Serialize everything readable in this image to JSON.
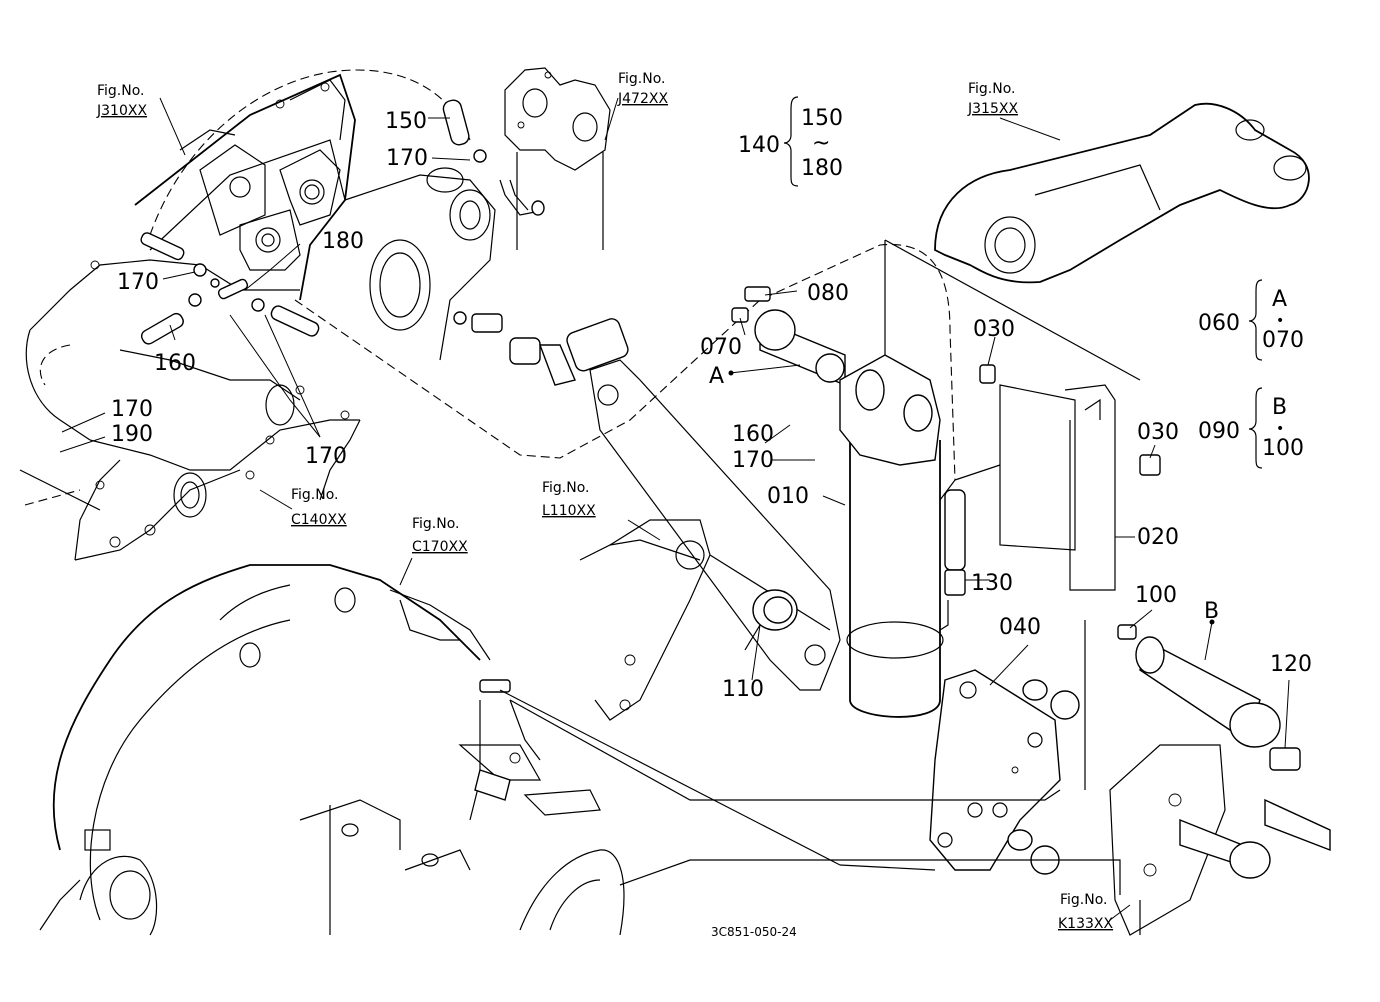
{
  "diagram_code": "3C851-050-24",
  "fig_refs": [
    {
      "line1": "Fig.No.",
      "line2": "J310XX"
    },
    {
      "line1": "Fig.No.",
      "line2": "J472XX"
    },
    {
      "line1": "Fig.No.",
      "line2": "J315XX"
    },
    {
      "line1": "Fig.No.",
      "line2": "C140XX"
    },
    {
      "line1": "Fig.No.",
      "line2": "C170XX"
    },
    {
      "line1": "Fig.No.",
      "line2": "L110XX"
    },
    {
      "line1": "Fig.No.",
      "line2": "K133XX"
    }
  ],
  "part_labels": [
    "150",
    "170",
    "180",
    "170",
    "160",
    "170",
    "190",
    "170",
    "080",
    "070",
    "160",
    "170",
    "010",
    "030",
    "030",
    "020",
    "130",
    "100",
    "040",
    "120",
    "110"
  ],
  "callouts": [
    "A",
    "B"
  ],
  "kit_140": {
    "id": "140",
    "top": "150",
    "tilde": "~",
    "bottom": "180"
  },
  "kit_060": {
    "id": "060",
    "top": "A",
    "dot": "•",
    "bottom": "070"
  },
  "kit_090": {
    "id": "090",
    "top": "B",
    "dot": "•",
    "bottom": "100"
  }
}
